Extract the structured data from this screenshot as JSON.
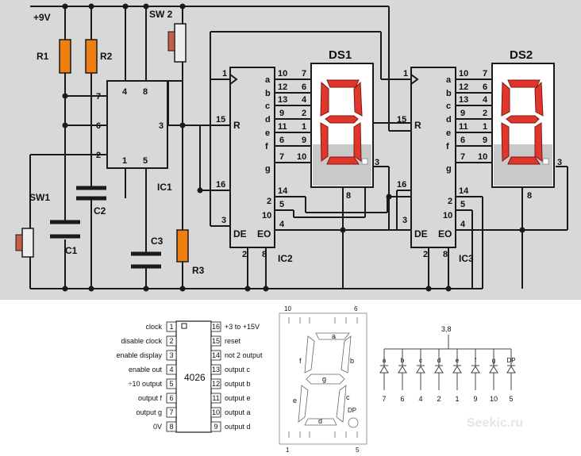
{
  "schematic": {
    "supply": "+9V",
    "r1": "R1",
    "r2": "R2",
    "r3": "R3",
    "c1": "C1",
    "c2": "C2",
    "c3": "C3",
    "sw1": "SW1",
    "sw2": "SW 2",
    "ic1": "IC1",
    "ic2": "IC2",
    "ic3": "IC3",
    "ds1": "DS1",
    "ds2": "DS2",
    "ic1_pins": [
      "7",
      "4",
      "8",
      "6",
      "3",
      "2",
      "1",
      "5"
    ],
    "counter_pins_left": [
      "1",
      "15",
      "16",
      "3"
    ],
    "counter_labels_left": [
      "R",
      "DE"
    ],
    "counter_labels_right": [
      "a",
      "b",
      "c",
      "d",
      "e",
      "f",
      "g",
      "EO"
    ],
    "counter_pins_right": [
      "10",
      "12",
      "13",
      "9",
      "11",
      "6",
      "7",
      "14",
      "5",
      "4"
    ],
    "counter_extra": [
      "2",
      "10"
    ],
    "counter_bottom": [
      "2",
      "8"
    ],
    "display_pins_left": [
      "7",
      "6",
      "4",
      "2",
      "1",
      "9",
      "10"
    ],
    "display_pins_other": [
      "3",
      "8"
    ]
  },
  "pinout": {
    "ic_name": "4026",
    "left_labels": [
      "clock",
      "disable clock",
      "enable display",
      "enable out",
      "÷10 output",
      "output f",
      "output g",
      "0V"
    ],
    "left_pins": [
      "1",
      "2",
      "3",
      "4",
      "5",
      "6",
      "7",
      "8"
    ],
    "right_pins": [
      "16",
      "15",
      "14",
      "13",
      "12",
      "11",
      "10",
      "9"
    ],
    "right_labels": [
      "+3 to +15V",
      "reset",
      "not 2 output",
      "output c",
      "output b",
      "output e",
      "output a",
      "output d"
    ]
  },
  "segment_display": {
    "top_pins": [
      "10",
      "6"
    ],
    "bottom_pins": [
      "1",
      "5"
    ],
    "segments": [
      "a",
      "b",
      "c",
      "d",
      "e",
      "f",
      "g"
    ],
    "dp": "DP"
  },
  "diode_diagram": {
    "common": "3,8",
    "segments": [
      "a",
      "b",
      "c",
      "d",
      "e",
      "f",
      "g",
      "DP"
    ],
    "pins": [
      "7",
      "6",
      "4",
      "2",
      "1",
      "9",
      "10",
      "5"
    ]
  },
  "colors": {
    "board": "#d8d8d8",
    "wire": "#1a1a1a",
    "resistor": "#f07f12",
    "segment": "#e0362c",
    "display": "#c9c9c9"
  }
}
